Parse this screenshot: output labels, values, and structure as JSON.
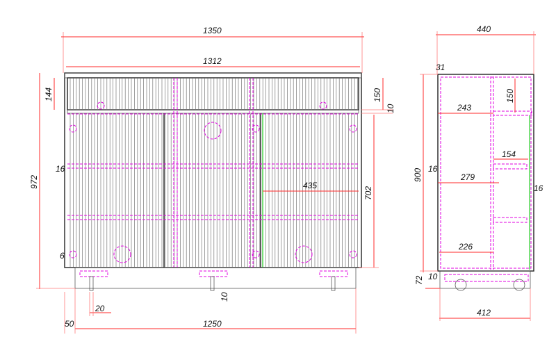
{
  "front_view": {
    "dimensions": {
      "overall_width": "1350",
      "inner_width": "1312",
      "overall_height": "972",
      "drawer_height_left": "144",
      "drawer_height_right": "150",
      "divider_gap": "10",
      "door_height": "702",
      "panel_thickness": "16",
      "hinge_offset": "6",
      "door_width": "435",
      "foot_width": "20",
      "foot_gap": "10",
      "base_inset": "50",
      "base_width": "1250"
    }
  },
  "side_view": {
    "dimensions": {
      "overall_depth": "440",
      "front_offset": "31",
      "body_height": "900",
      "drawer_depth": "150",
      "top_depth": "243",
      "shelf_depth": "154",
      "left_panel": "16",
      "middle_depth": "279",
      "right_panel": "16",
      "bottom_depth": "226",
      "base_height": "72",
      "base_gap": "10",
      "base_depth": "412"
    }
  },
  "colors": {
    "dimension": "#ff2a2a",
    "hidden": "#e000e0",
    "outline": "#222222",
    "highlight": "#22cc22"
  }
}
